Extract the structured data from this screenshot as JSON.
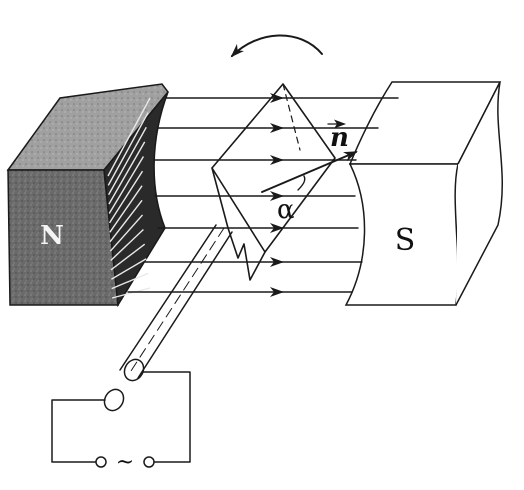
{
  "magnet": {
    "north_label": "N",
    "south_label": "S",
    "north_face_color": "#6e6e6e",
    "north_top_color": "#9a9a9a"
  },
  "frame": {
    "normal_label": "n",
    "angle_label": "α"
  },
  "circuit": {
    "source_label": "~"
  },
  "rotation": {
    "direction": "counterclockwise"
  },
  "icons": {
    "rotation_arrow": "rotation-arrow-icon",
    "field_arrow": "field-arrow-icon",
    "normal_vector": "normal-vector-icon"
  }
}
